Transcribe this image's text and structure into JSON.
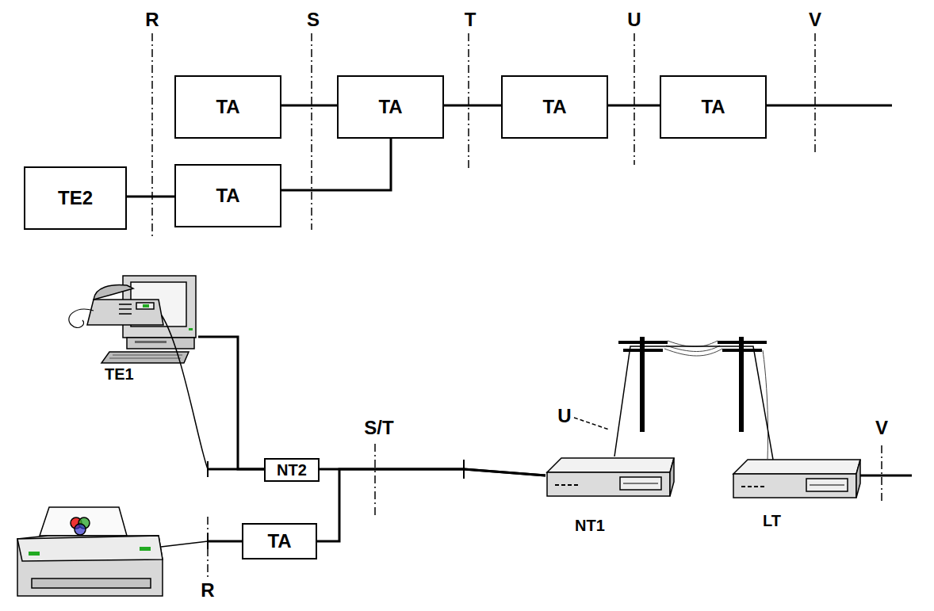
{
  "diagram": {
    "nodes": [
      {
        "text": [
          "TA"
        ]
      },
      {
        "text": [
          "TA"
        ]
      },
      {
        "text": [
          "TA"
        ]
      },
      {
        "text": [
          "TA"
        ]
      },
      {
        "text": [
          "TE2"
        ]
      },
      {
        "text": [
          "TA"
        ]
      },
      {
        "text": [
          "TE1"
        ]
      },
      {
        "text": [
          "NT2"
        ]
      },
      {
        "text": [
          "TA"
        ]
      },
      {
        "text": [
          "NT1"
        ]
      },
      {
        "text": [
          "LT"
        ]
      }
    ],
    "edges": [
      {
        "from": 0,
        "to": 1,
        "arrow": "none"
      },
      {
        "from": 1,
        "to": 2,
        "arrow": "none"
      },
      {
        "from": 2,
        "to": 3,
        "arrow": "none"
      },
      {
        "from": 4,
        "to": 5,
        "arrow": "none"
      },
      {
        "from": 5,
        "to": 1,
        "arrow": "none"
      },
      {
        "from": 6,
        "to": 7,
        "arrow": "none"
      },
      {
        "from": 7,
        "to": 9,
        "arrow": "none"
      },
      {
        "from": 8,
        "to": 9,
        "arrow": "none"
      },
      {
        "from": 9,
        "to": 10,
        "arrow": "none"
      }
    ],
    "labels": [
      "R",
      "S",
      "T",
      "U",
      "V",
      "U",
      "S/T",
      "V",
      "R"
    ]
  }
}
